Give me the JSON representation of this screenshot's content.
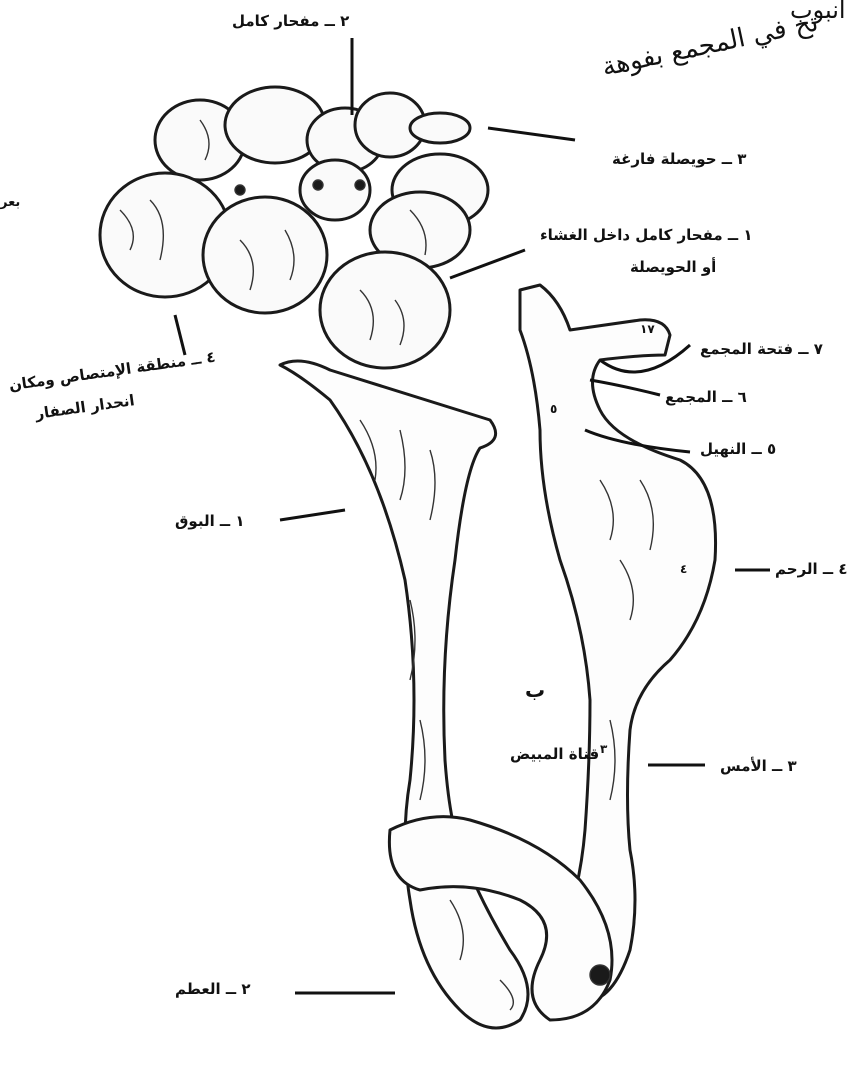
{
  "header": {
    "line1": "أنبوب",
    "line2": "تح في المجمع بفوهة"
  },
  "side_mark": "بعر",
  "labels": {
    "mature_follicle_top": "٢ ــ مفحار كامل",
    "empty_follicle": "٣ ــ حويصلة فارغة",
    "mature_follicle_in_membrane_1": "١ ــ مفحار كامل داخل الغشاء",
    "mature_follicle_in_membrane_2": "أو الحويصلة",
    "resorption_region_1": "٤ ــ منطقة الإمتصاص ومكان",
    "resorption_region_2": "انحدار الصفار",
    "funnel_opening": "٧ ــ فتحة المجمع",
    "funnel": "٦ ــ المجمع",
    "neck": "٥ ــ النهيل",
    "magnum": "٤ ــ الرحم",
    "infundibulum": "١ ــ البوق",
    "isthmus": "٣ ــ الأمس",
    "oviduct_mark": "ب",
    "oviduct_label": "قناة المبيض",
    "uterus": "٢ ــ العطم"
  },
  "part_numbers": {
    "n4": "٤",
    "n3": "٣",
    "n5": "٥",
    "n7": "١٧"
  }
}
